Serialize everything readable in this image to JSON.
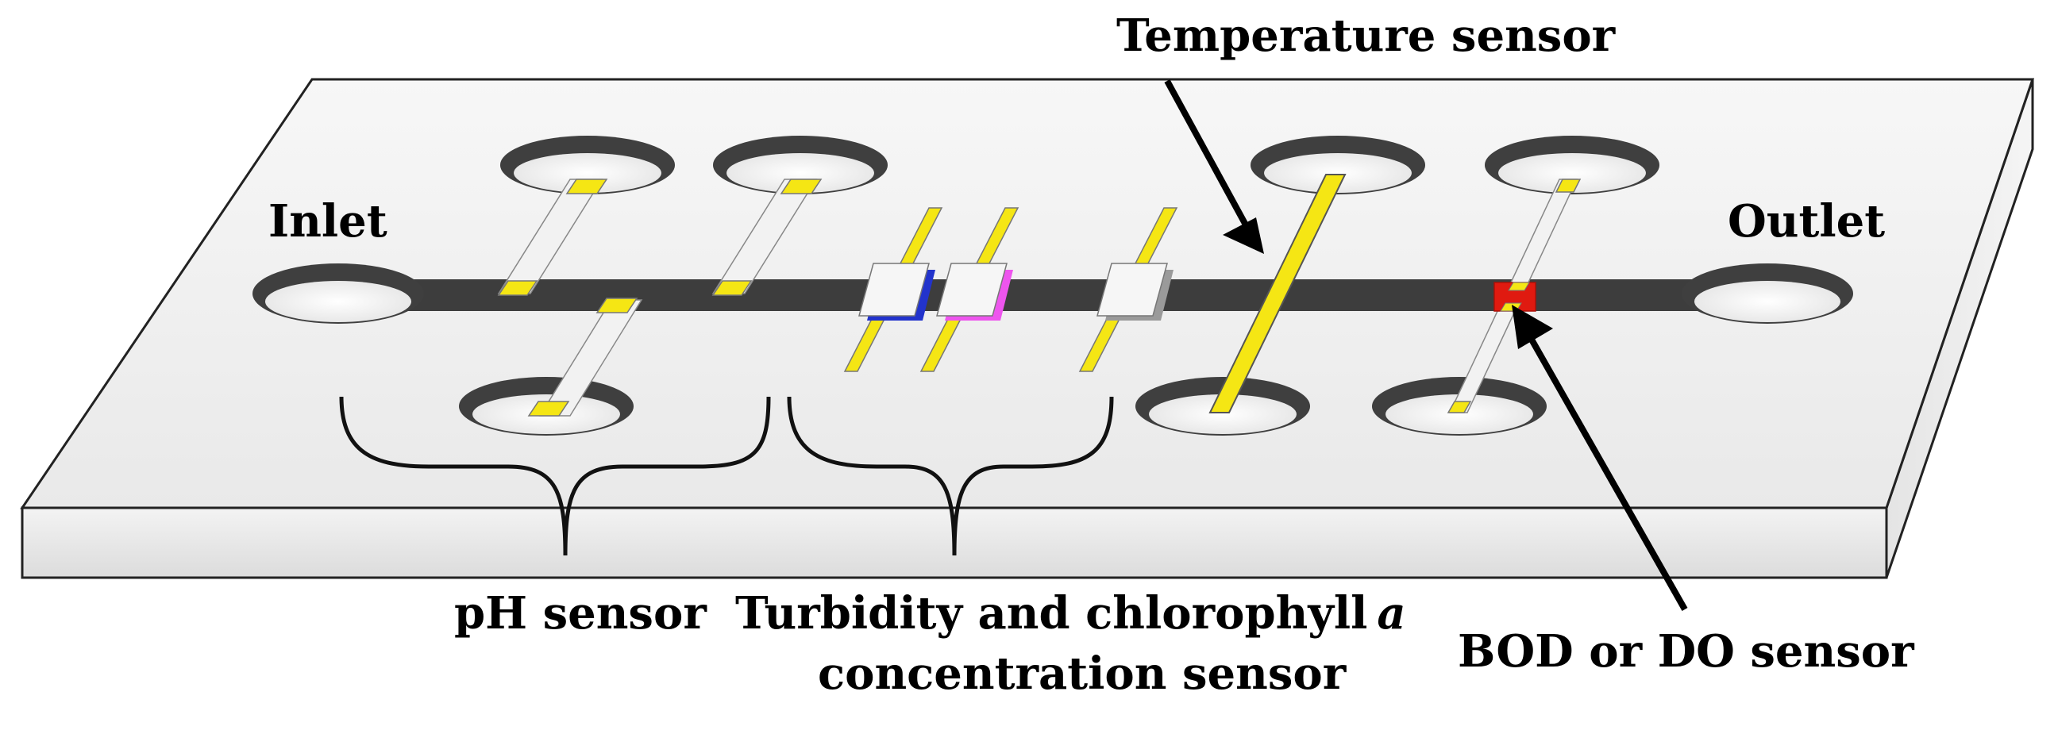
{
  "labels": {
    "inlet": "Inlet",
    "outlet": "Outlet",
    "temperature": "Temperature sensor",
    "ph": "pH sensor",
    "turbidity_line1_main": "Turbidity and chlorophyll",
    "turbidity_line1_italic": "a",
    "turbidity_line2": "concentration sensor",
    "bod": "BOD or DO sensor"
  },
  "colors": {
    "chip_top": "#f4f4f4",
    "chip_side": "#e6e6e6",
    "channel": "#3d3d3d",
    "well_rim": "#3f3f3f",
    "electrode_yellow": "#f5e614",
    "electrode_clear": "#f2f2f2",
    "turbidity_blue": "#2233cc",
    "turbidity_pink": "#ee55ee",
    "turbidity_grey": "#9a9a9a",
    "bod_red": "#e01a10"
  }
}
